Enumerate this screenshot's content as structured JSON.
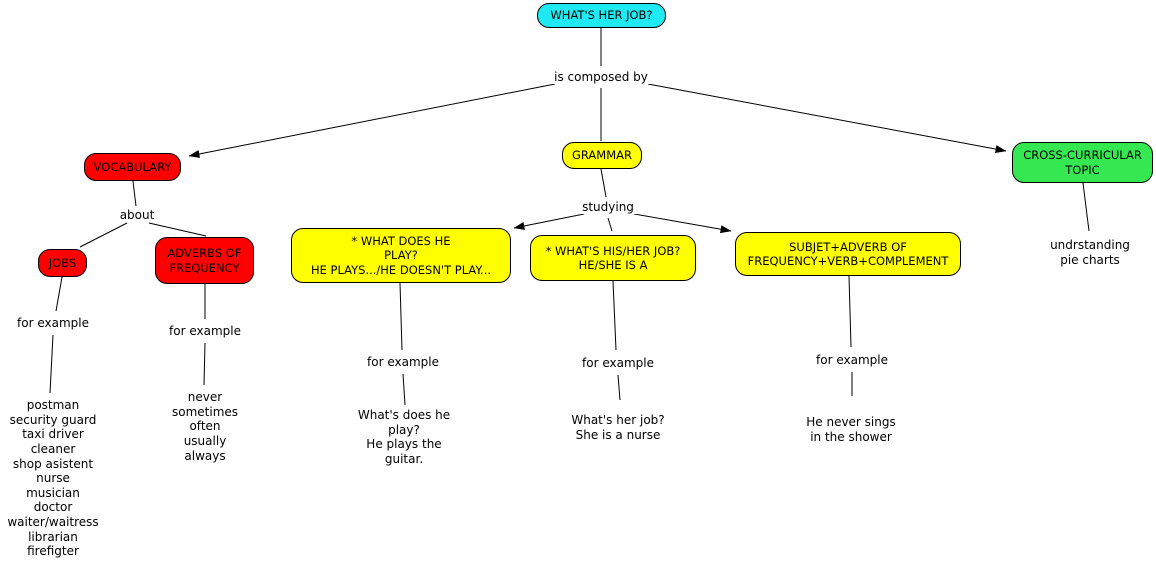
{
  "colors": {
    "root_fill": "#1fe9f2",
    "red_fill": "#ff0000",
    "yellow_fill": "#ffff00",
    "green_fill": "#35e852"
  },
  "nodes": {
    "root": "WHAT'S HER JOB?",
    "vocabulary": "VOCABULARY",
    "grammar": "GRAMMAR",
    "cross_curricular": "CROSS-CURRICULAR\nTOPIC",
    "jobs": "JOBS",
    "adverbs_of_frequency": "ADVERBS OF\nFREQUENCY",
    "what_does_he_play": "* WHAT DOES HE\nPLAY?\nHE PLAYS.../HE DOESN'T PLAY...",
    "whats_his_her_job": "* WHAT'S HIS/HER JOB?\nHE/SHE IS A",
    "sentence_structure": "SUBJET+ADVERB OF\nFREQUENCY+VERB+COMPLEMENT"
  },
  "links": {
    "is_composed_by": "is composed by",
    "about": "about",
    "studying": "studying",
    "for_example_jobs": "for example",
    "for_example_adverbs": "for example",
    "for_example_play": "for example",
    "for_example_job": "for example",
    "for_example_structure": "for example"
  },
  "examples": {
    "jobs_list": "postman\nsecurity guard\ntaxi driver\ncleaner\nshop asistent\nnurse\nmusician\ndoctor\nwaiter/waitress\nlibrarian\nfirefigter",
    "adverbs_list": "never\nsometimes\noften\nusually\nalways",
    "play_example": "What's does he\nplay?\nHe plays the\nguitar.",
    "job_example": "What's her job?\nShe is a nurse",
    "structure_example": "He never sings\nin the shower",
    "cross_example": "undrstanding\npie charts"
  }
}
